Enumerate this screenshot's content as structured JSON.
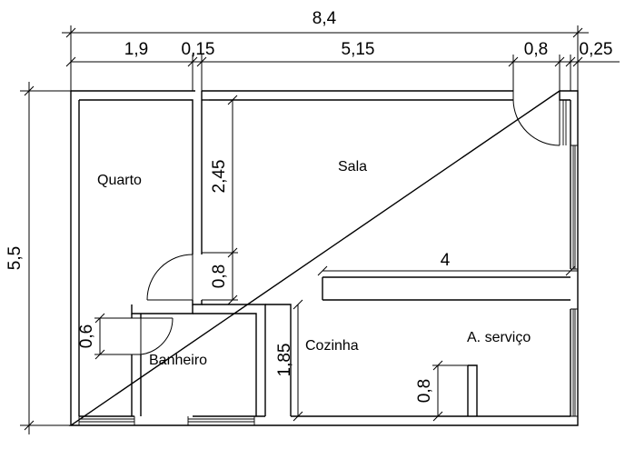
{
  "plan": {
    "rooms": {
      "quarto": "Quarto",
      "sala": "Sala",
      "banheiro": "Banheiro",
      "cozinha": "Cozinha",
      "area_servico": "A. serviço"
    },
    "dimensions": {
      "total_width": "8,4",
      "quarto_width": "1,9",
      "wall_thickness": "0,15",
      "sala_width": "5,15",
      "door_width": "0,8",
      "outer_wall": "0,25",
      "total_height": "5,5",
      "corridor_length": "2,45",
      "quarto_door": "0,8",
      "kitchen_wall": "4",
      "bathroom_door": "0,6",
      "kitchen_height": "1,85",
      "service_door": "0,8"
    }
  }
}
